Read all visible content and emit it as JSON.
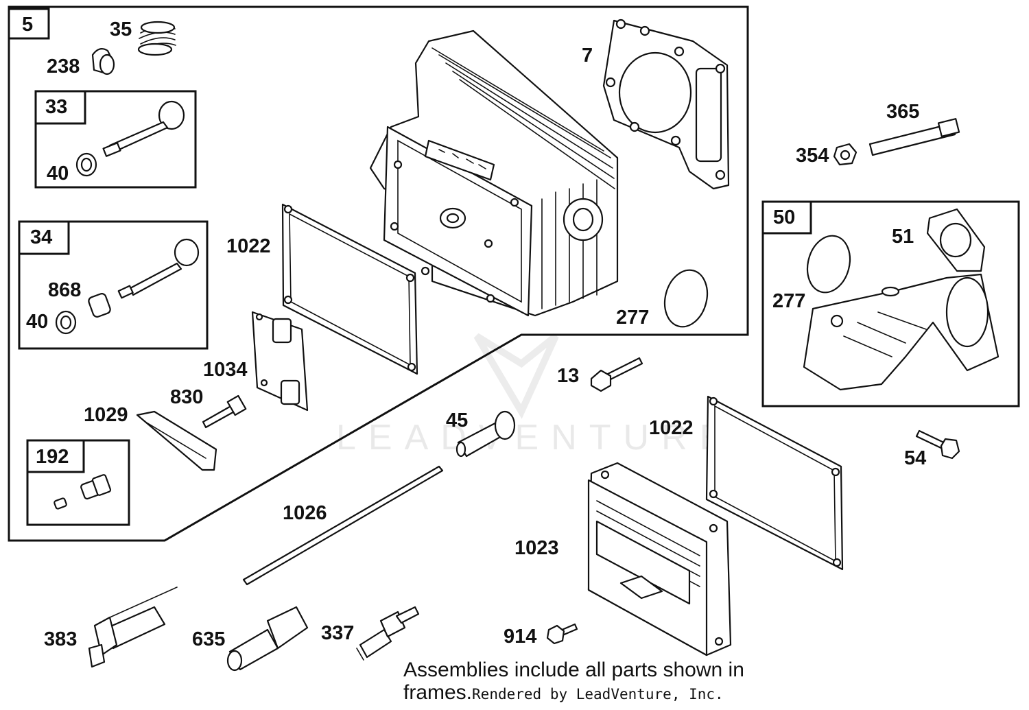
{
  "watermark": "LEADVENTURE",
  "frames": [
    {
      "id": "5"
    },
    {
      "id": "33"
    },
    {
      "id": "34"
    },
    {
      "id": "192"
    },
    {
      "id": "50"
    }
  ],
  "callouts": [
    "35",
    "238",
    "40",
    "868",
    "40",
    "7",
    "1022",
    "277",
    "1034",
    "830",
    "1029",
    "365",
    "354",
    "51",
    "277",
    "13",
    "45",
    "1022",
    "54",
    "1026",
    "1023",
    "383",
    "635",
    "337",
    "914"
  ],
  "footer": {
    "note": "Assemblies include all parts shown in frames.",
    "credit": "Rendered by LeadVenture, Inc."
  }
}
